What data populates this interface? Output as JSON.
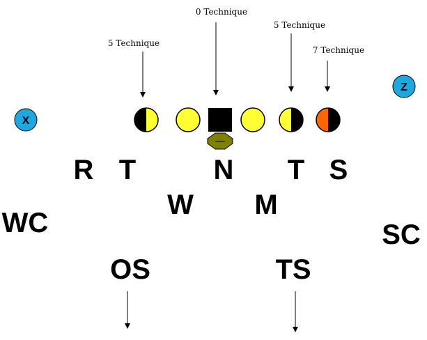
{
  "annotations": {
    "zero_technique": "0 Technique",
    "five_technique_left": "5 Technique",
    "five_technique_right": "5 Technique",
    "seven_technique": "7 Technique"
  },
  "receivers": {
    "x": "X",
    "z": "Z"
  },
  "defenders": {
    "r": "R",
    "t_left": "T",
    "n": "N",
    "t_right": "T",
    "s": "S",
    "w": "W",
    "m": "M",
    "wc": "WC",
    "sc": "SC",
    "os": "OS",
    "ts": "TS"
  },
  "colors": {
    "receiver": "#1fa7e0",
    "lineman": "#ffff33",
    "center": "#000000",
    "tight_end_fill": "#ff6600",
    "quarterback": "#808000"
  }
}
